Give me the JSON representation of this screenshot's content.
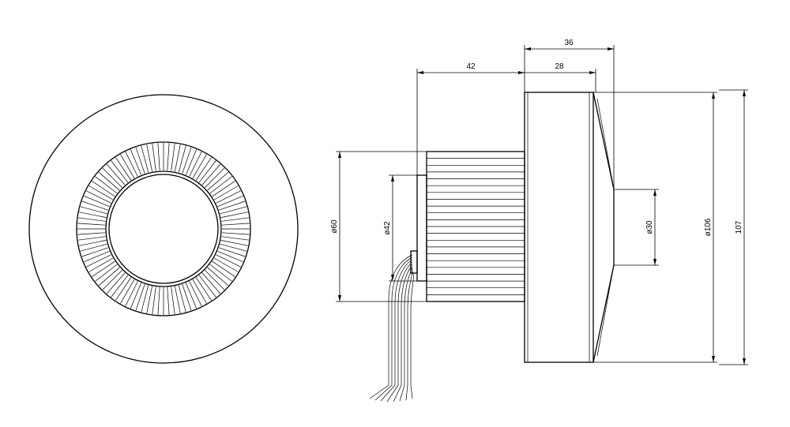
{
  "dimensions": {
    "top_36": "36",
    "top_42": "42",
    "top_28": "28",
    "dia_60": "ø60",
    "dia_42": "ø42",
    "dia_30": "ø30",
    "dia_106": "ø106",
    "height_107": "107"
  },
  "colors": {
    "line": "#000000",
    "background": "#ffffff"
  }
}
